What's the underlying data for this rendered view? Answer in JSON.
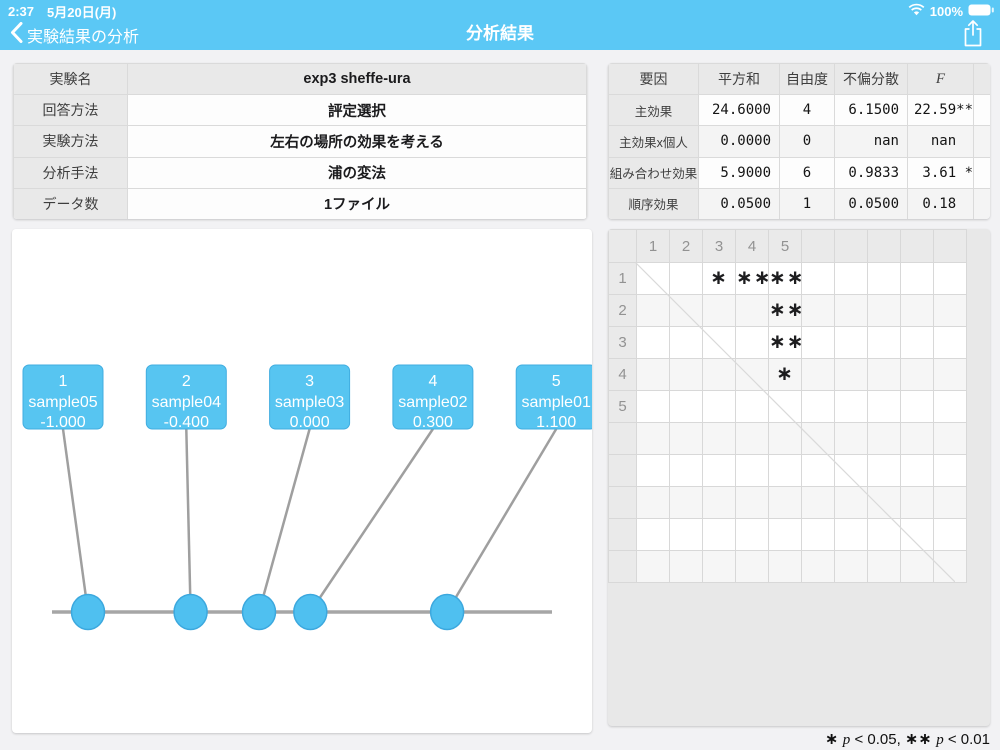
{
  "colors": {
    "nav_blue": "#5bc8f5",
    "node_fill": "#57c5f1",
    "node_border": "#41ade0",
    "point_fill": "#4fc0f0",
    "point_border": "#3ca8de",
    "connector_gray": "#9f9f9f",
    "axis_gray": "#a6a6a6"
  },
  "status_bar": {
    "time": "2:37",
    "date": "5月20日(月)",
    "battery_percent": "100%"
  },
  "nav_bar": {
    "back_label": "実験結果の分析",
    "title": "分析結果"
  },
  "info_table": {
    "rows": [
      {
        "label": "実験名",
        "value": "exp3 sheffe-ura"
      },
      {
        "label": "回答方法",
        "value": "評定選択"
      },
      {
        "label": "実験方法",
        "value": "左右の場所の効果を考える"
      },
      {
        "label": "分析手法",
        "value": "浦の変法"
      },
      {
        "label": "データ数",
        "value": "1ファイル"
      }
    ]
  },
  "anova_table": {
    "headers": [
      "要因",
      "平方和",
      "自由度",
      "不偏分散",
      "F",
      ""
    ],
    "rows": [
      {
        "factor": "主効果",
        "ss": "24.6000",
        "df": "4",
        "ms": "6.1500",
        "f": "22.59**"
      },
      {
        "factor": "主効果x個人",
        "ss": "0.0000",
        "df": "0",
        "ms": "nan",
        "f": "  nan"
      },
      {
        "factor": "組み合わせ効果",
        "ss": "5.9000",
        "df": "6",
        "ms": "0.9833",
        "f": " 3.61 *"
      },
      {
        "factor": "順序効果",
        "ss": "0.0500",
        "df": "1",
        "ms": "0.0500",
        "f": " 0.18"
      }
    ]
  },
  "number_line": {
    "items": [
      {
        "index": "1",
        "name": "sample05",
        "value_label": "-1.000",
        "value": -1.0
      },
      {
        "index": "2",
        "name": "sample04",
        "value_label": "-0.400",
        "value": -0.4
      },
      {
        "index": "3",
        "name": "sample03",
        "value_label": "0.000",
        "value": 0.0
      },
      {
        "index": "4",
        "name": "sample02",
        "value_label": "0.300",
        "value": 0.3
      },
      {
        "index": "5",
        "name": "sample01",
        "value_label": "1.100",
        "value": 1.1
      }
    ]
  },
  "matrix": {
    "col_labels": [
      "1",
      "2",
      "3",
      "4",
      "5"
    ],
    "row_labels": [
      "1",
      "2",
      "3",
      "4",
      "5"
    ],
    "grid_cols": 10,
    "grid_rows": 10,
    "marks": [
      {
        "row": 1,
        "col": 3,
        "text": "∗"
      },
      {
        "row": 1,
        "col": 4,
        "text": "∗∗"
      },
      {
        "row": 1,
        "col": 5,
        "text": "∗∗"
      },
      {
        "row": 2,
        "col": 5,
        "text": "∗∗"
      },
      {
        "row": 3,
        "col": 5,
        "text": "∗∗"
      },
      {
        "row": 4,
        "col": 5,
        "text": "∗"
      }
    ]
  },
  "legend": {
    "entries": [
      {
        "mark": "∗",
        "p": "p",
        "cond": "< 0.05"
      },
      {
        "mark": "∗∗",
        "p": "p",
        "cond": "< 0.01"
      }
    ],
    "separator": ", "
  }
}
